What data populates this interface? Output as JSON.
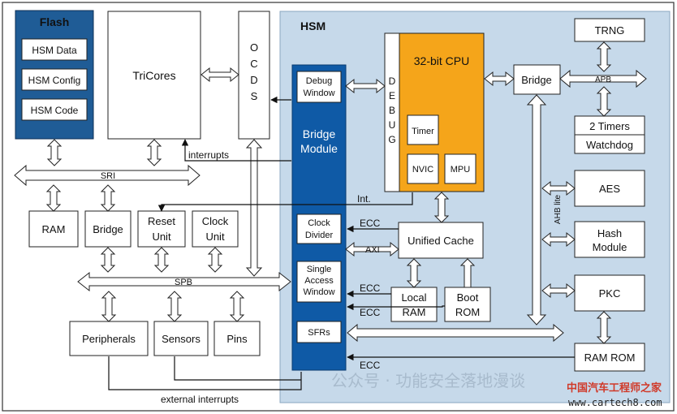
{
  "colors": {
    "hsm_bg": "#c6d9ea",
    "flash_bg": "#1f5c96",
    "bridge_module": "#0f5aa6",
    "cpu": "#f5a51a",
    "box_border": "#1a1a1a"
  },
  "labels": {
    "flash_title": "Flash",
    "hsm_data": "HSM Data",
    "hsm_config": "HSM Config",
    "hsm_code": "HSM Code",
    "tricores": "TriCores",
    "ocds": [
      "O",
      "C",
      "D",
      "S"
    ],
    "hsm_title": "HSM",
    "debug_window": [
      "Debug",
      "Window"
    ],
    "bridge_module": [
      "Bridge",
      "Module"
    ],
    "debug_vertical": [
      "D",
      "E",
      "B",
      "U",
      "G"
    ],
    "cpu": "32-bit CPU",
    "timer": "Timer",
    "nvic": "NVIC",
    "mpu": "MPU",
    "trng": "TRNG",
    "bridge_hsm": "Bridge",
    "apb": "APB",
    "two_timers": "2 Timers",
    "watchdog": "Watchdog",
    "ahb_lite": "AHB lite",
    "aes": "AES",
    "hash_module": [
      "Hash",
      "Module"
    ],
    "pkc": "PKC",
    "ram_rom": "RAM ROM",
    "interrupts": "interrupts",
    "sri": "SRI",
    "ram": "RAM",
    "bridge": "Bridge",
    "reset_unit": [
      "Reset",
      "Unit"
    ],
    "clock_unit": [
      "Clock",
      "Unit"
    ],
    "int": "Int.",
    "ecc": "ECC",
    "axi": "AXI",
    "clock_divider": [
      "Clock",
      "Divider"
    ],
    "unified_cache": "Unified Cache",
    "single_access_window": [
      "Single",
      "Access",
      "Window"
    ],
    "local_ram": [
      "Local",
      "RAM"
    ],
    "boot_rom": [
      "Boot",
      "ROM"
    ],
    "spb": "SPB",
    "peripherals": "Peripherals",
    "sensors": "Sensors",
    "pins": "Pins",
    "sfrs": "SFRs",
    "external_interrupts": "external interrupts",
    "watermark_text": "公众号 · 功能安全落地漫谈",
    "watermark_cn": "中国汽车工程师之家",
    "watermark_url": "www.cartech8.com"
  }
}
